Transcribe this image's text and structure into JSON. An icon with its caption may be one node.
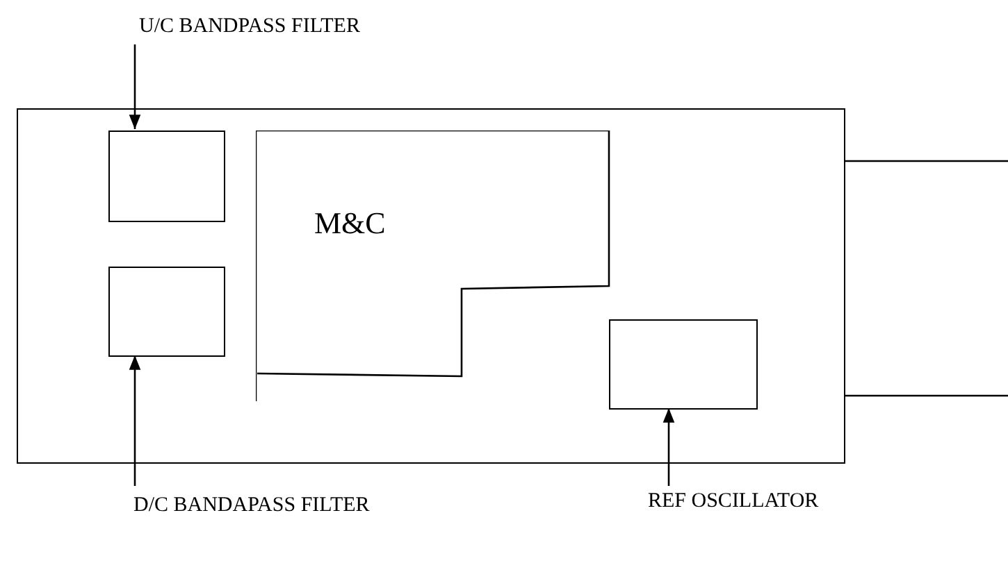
{
  "diagram": {
    "nodes": [
      {
        "text": [],
        "shape": "box"
      },
      {
        "text": [
          "U/C BANDPASS FILTER"
        ]
      },
      {
        "text": [],
        "shape": "box",
        "in": 0
      },
      {
        "text": [],
        "shape": "box",
        "in": 0
      },
      {
        "text": [
          "M&C"
        ],
        "in": 0
      },
      {
        "text": [],
        "shape": "box",
        "in": 0
      },
      {
        "text": [
          "D/C BANDAPASS FILTER"
        ]
      },
      {
        "text": [
          "REF OSCILLATOR"
        ]
      }
    ],
    "edges": [
      {
        "from": 1,
        "to": 2,
        "arrow": "to"
      },
      {
        "from": 6,
        "to": 3,
        "arrow": "to"
      },
      {
        "from": 7,
        "to": 5,
        "arrow": "to"
      },
      {
        "from": 0,
        "to": null,
        "arrow": "none"
      },
      {
        "from": 0,
        "to": null,
        "arrow": "none"
      }
    ]
  }
}
